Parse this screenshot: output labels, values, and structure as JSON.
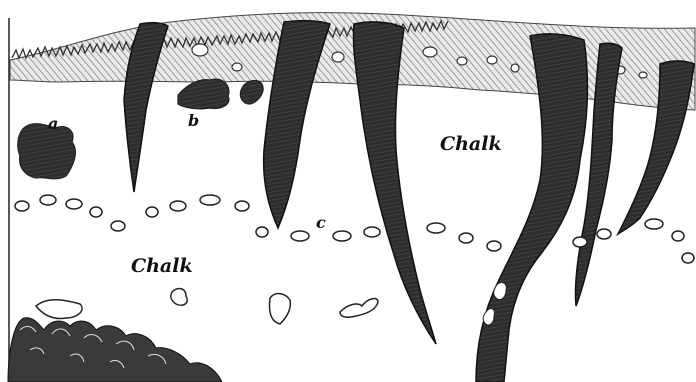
{
  "labels": {
    "a": "a",
    "b": "b",
    "c": "c",
    "chalk_upper": "Chalk",
    "chalk_lower": "Chalk"
  }
}
